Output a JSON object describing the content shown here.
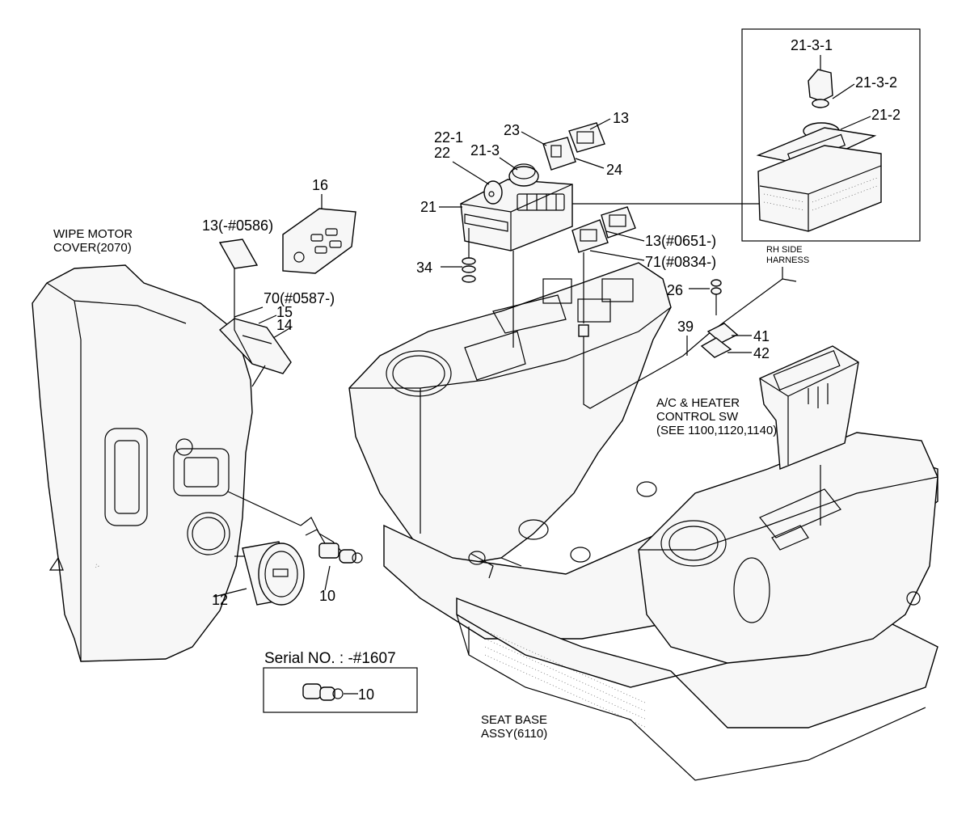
{
  "labels": {
    "wipe_motor_1": "WIPE MOTOR",
    "wipe_motor_2": "COVER(2070)",
    "p16": "16",
    "p13_0586": "13(-#0586)",
    "p70": "70(#0587-)",
    "p15": "15",
    "p14": "14",
    "p12": "12",
    "p10": "10",
    "p22_1": "22-1",
    "p22": "22",
    "p21_3": "21-3",
    "p23": "23",
    "p13": "13",
    "p24": "24",
    "p21": "21",
    "p34": "34",
    "p13_0651": "13(#0651-)",
    "p71": "71(#0834-)",
    "p26": "26",
    "p39": "39",
    "p41": "41",
    "p42": "42",
    "p21_3_1": "21-3-1",
    "p21_3_2": "21-3-2",
    "p21_2": "21-2",
    "rh_harness_1": "RH SIDE",
    "rh_harness_2": "HARNESS",
    "ac_1": "A/C & HEATER",
    "ac_2": "CONTROL SW",
    "ac_3": "(SEE 1100,1120,1140)",
    "seat_base_1": "SEAT BASE",
    "seat_base_2": "ASSY(6110)",
    "serial_title": "Serial NO. : -#1607",
    "serial_part": "10"
  }
}
